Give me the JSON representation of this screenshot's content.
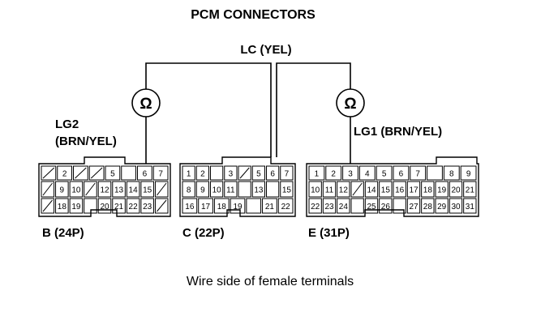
{
  "title": "PCM CONNECTORS",
  "wire_lc": "LC (YEL)",
  "wire_lg2_line1": "LG2",
  "wire_lg2_line2": "(BRN/YEL)",
  "wire_lg1": "LG1 (BRN/YEL)",
  "ohm_symbol": "Ω",
  "connectors": [
    {
      "id": "b",
      "label": "B (24P)",
      "rows": [
        [
          "/",
          "2",
          "/",
          "/",
          "5",
          "",
          "6",
          "7"
        ],
        [
          "/",
          "9",
          "10",
          "/",
          "12",
          "13",
          "14",
          "15",
          "/"
        ],
        [
          "/",
          "18",
          "19",
          "",
          "20",
          "21",
          "22",
          "23",
          "/"
        ]
      ]
    },
    {
      "id": "c",
      "label": "C (22P)",
      "rows": [
        [
          "1",
          "2",
          "",
          "3",
          "/",
          "5",
          "6",
          "7"
        ],
        [
          "8",
          "9",
          "10",
          "11",
          "",
          "13",
          "",
          "15"
        ],
        [
          "16",
          "17",
          "18",
          "19",
          "",
          "21",
          "22"
        ]
      ]
    },
    {
      "id": "e",
      "label": "E (31P)",
      "rows": [
        [
          "1",
          "2",
          "3",
          "4",
          "5",
          "6",
          "7",
          "",
          "8",
          "9"
        ],
        [
          "10",
          "11",
          "12",
          "/",
          "14",
          "15",
          "16",
          "17",
          "18",
          "19",
          "20",
          "21"
        ],
        [
          "22",
          "23",
          "24",
          "",
          "25",
          "26",
          "",
          "27",
          "28",
          "29",
          "30",
          "31"
        ]
      ]
    }
  ],
  "caption": "Wire side of female terminals"
}
